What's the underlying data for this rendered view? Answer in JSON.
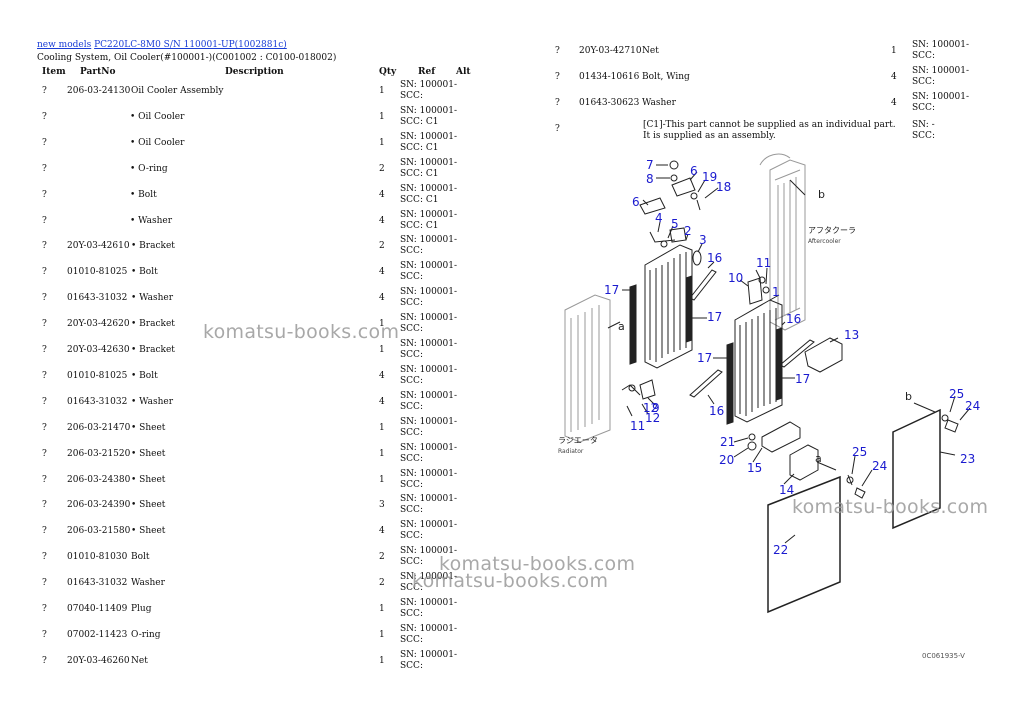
{
  "breadcrumb": {
    "link1": "new models",
    "link2": "PC220LC-8M0 S/N 110001-UP(1002881c)"
  },
  "subtitle": "Cooling System, Oil Cooler(#100001-)(C001002 : C0100-018002)",
  "headers": {
    "item": "Item",
    "partno": "PartNo",
    "description": "Description",
    "qty": "Qty",
    "ref": "Ref",
    "alt": "Alt"
  },
  "rows": [
    {
      "item": "?",
      "part": "206-03-24130",
      "desc": "Oil Cooler Assembly",
      "qty": "1",
      "ref1": "SN: 100001-",
      "ref2": "SCC:"
    },
    {
      "item": "?",
      "part": "",
      "desc": "• Oil Cooler",
      "qty": "1",
      "ref1": "SN: 100001-",
      "ref2": "SCC: C1"
    },
    {
      "item": "?",
      "part": "",
      "desc": "• Oil Cooler",
      "qty": "1",
      "ref1": "SN: 100001-",
      "ref2": "SCC: C1"
    },
    {
      "item": "?",
      "part": "",
      "desc": "• O-ring",
      "qty": "2",
      "ref1": "SN: 100001-",
      "ref2": "SCC: C1"
    },
    {
      "item": "?",
      "part": "",
      "desc": "• Bolt",
      "qty": "4",
      "ref1": "SN: 100001-",
      "ref2": "SCC: C1"
    },
    {
      "item": "?",
      "part": "",
      "desc": "• Washer",
      "qty": "4",
      "ref1": "SN: 100001-",
      "ref2": "SCC: C1"
    },
    {
      "item": "?",
      "part": "20Y-03-42610",
      "desc": "• Bracket",
      "qty": "2",
      "ref1": "SN: 100001-",
      "ref2": "SCC:"
    },
    {
      "item": "?",
      "part": "01010-81025",
      "desc": "• Bolt",
      "qty": "4",
      "ref1": "SN: 100001-",
      "ref2": "SCC:"
    },
    {
      "item": "?",
      "part": "01643-31032",
      "desc": "• Washer",
      "qty": "4",
      "ref1": "SN: 100001-",
      "ref2": "SCC:"
    },
    {
      "item": "?",
      "part": "20Y-03-42620",
      "desc": "• Bracket",
      "qty": "1",
      "ref1": "SN: 100001-",
      "ref2": "SCC:"
    },
    {
      "item": "?",
      "part": "20Y-03-42630",
      "desc": "• Bracket",
      "qty": "1",
      "ref1": "SN: 100001-",
      "ref2": "SCC:"
    },
    {
      "item": "?",
      "part": "01010-81025",
      "desc": "• Bolt",
      "qty": "4",
      "ref1": "SN: 100001-",
      "ref2": "SCC:"
    },
    {
      "item": "?",
      "part": "01643-31032",
      "desc": "• Washer",
      "qty": "4",
      "ref1": "SN: 100001-",
      "ref2": "SCC:"
    },
    {
      "item": "?",
      "part": "206-03-21470",
      "desc": "• Sheet",
      "qty": "1",
      "ref1": "SN: 100001-",
      "ref2": "SCC:"
    },
    {
      "item": "?",
      "part": "206-03-21520",
      "desc": "• Sheet",
      "qty": "1",
      "ref1": "SN: 100001-",
      "ref2": "SCC:"
    },
    {
      "item": "?",
      "part": "206-03-24380",
      "desc": "• Sheet",
      "qty": "1",
      "ref1": "SN: 100001-",
      "ref2": "SCC:"
    },
    {
      "item": "?",
      "part": "206-03-24390",
      "desc": "• Sheet",
      "qty": "3",
      "ref1": "SN: 100001-",
      "ref2": "SCC:"
    },
    {
      "item": "?",
      "part": "206-03-21580",
      "desc": "• Sheet",
      "qty": "4",
      "ref1": "SN: 100001-",
      "ref2": "SCC:"
    },
    {
      "item": "?",
      "part": "01010-81030",
      "desc": "Bolt",
      "qty": "2",
      "ref1": "SN: 100001-",
      "ref2": "SCC:"
    },
    {
      "item": "?",
      "part": "01643-31032",
      "desc": "Washer",
      "qty": "2",
      "ref1": "SN: 100001-",
      "ref2": "SCC:"
    },
    {
      "item": "?",
      "part": "07040-11409",
      "desc": "Plug",
      "qty": "1",
      "ref1": "SN: 100001-",
      "ref2": "SCC:"
    },
    {
      "item": "?",
      "part": "07002-11423",
      "desc": "O-ring",
      "qty": "1",
      "ref1": "SN: 100001-",
      "ref2": "SCC:"
    },
    {
      "item": "?",
      "part": "20Y-03-46260",
      "desc": "Net",
      "qty": "1",
      "ref1": "SN: 100001-",
      "ref2": "SCC:"
    }
  ],
  "right_rows": [
    {
      "item": "?",
      "part": "20Y-03-42710",
      "desc": "Net",
      "qty": "1",
      "ref1": "SN: 100001-",
      "ref2": "SCC:"
    },
    {
      "item": "?",
      "part": "01434-10616",
      "desc": "Bolt, Wing",
      "qty": "4",
      "ref1": "SN: 100001-",
      "ref2": "SCC:"
    },
    {
      "item": "?",
      "part": "01643-30623",
      "desc": "Washer",
      "qty": "4",
      "ref1": "SN: 100001-",
      "ref2": "SCC:"
    }
  ],
  "note": {
    "item": "?",
    "line1": "[C1]-This part cannot be supplied as an individual part.",
    "line2": "It is supplied as an assembly.",
    "ref1": "SN: -",
    "ref2": "SCC:"
  },
  "diagram": {
    "callouts": [
      "7",
      "8",
      "6",
      "19",
      "18",
      "6",
      "4",
      "5",
      "2",
      "3",
      "16",
      "17",
      "17",
      "10",
      "11",
      "1",
      "16",
      "13",
      "17",
      "17",
      "16",
      "12",
      "9",
      "11",
      "12",
      "21",
      "20",
      "15",
      "14",
      "25",
      "24",
      "23",
      "25",
      "24",
      "22"
    ],
    "letters": [
      "b",
      "a",
      "a",
      "b"
    ],
    "aftercooler_jp": "アフタクーラ",
    "aftercooler_en": "Aftercooler",
    "radiator_jp": "ラジエータ",
    "radiator_en": "Radiator",
    "figure_code": "0C061935-V"
  },
  "watermark": "komatsu-books.com"
}
